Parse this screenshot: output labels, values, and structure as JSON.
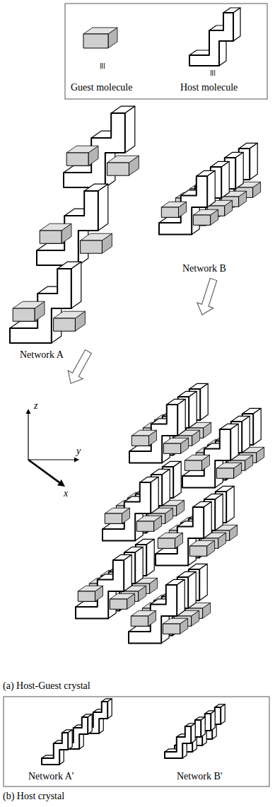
{
  "diagram": {
    "labels": [
      "≡",
      "≡",
      "Network A",
      "Network B",
      "z",
      "y",
      "x",
      "(a) Host-Guest crystal",
      "Network A'",
      "Network B'",
      "(b) Host crystal"
    ],
    "legend": [
      {
        "text": "Guest molecule"
      },
      {
        "text": "Host molecule"
      }
    ]
  }
}
